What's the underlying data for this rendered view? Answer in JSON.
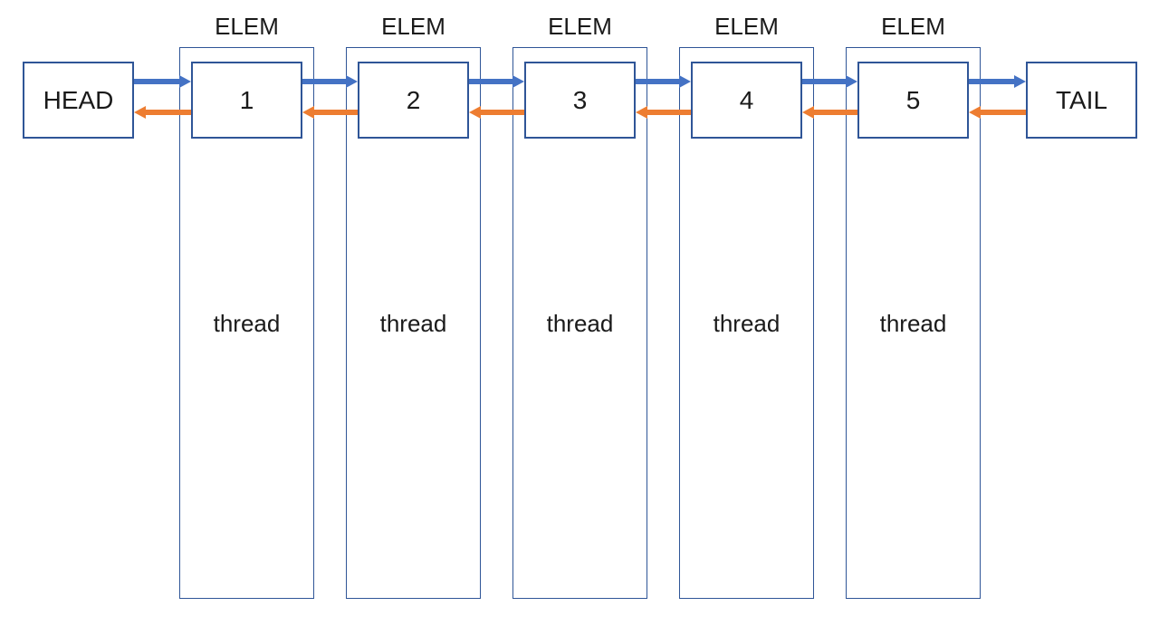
{
  "diagram": {
    "head": {
      "label": "HEAD"
    },
    "tail": {
      "label": "TAIL"
    },
    "elements": [
      {
        "title": "ELEM",
        "value": "1",
        "thread_label": "thread"
      },
      {
        "title": "ELEM",
        "value": "2",
        "thread_label": "thread"
      },
      {
        "title": "ELEM",
        "value": "3",
        "thread_label": "thread"
      },
      {
        "title": "ELEM",
        "value": "4",
        "thread_label": "thread"
      },
      {
        "title": "ELEM",
        "value": "5",
        "thread_label": "thread"
      }
    ],
    "links": {
      "forward_color": "#4472C4",
      "backward_color": "#ED7D31"
    },
    "colors": {
      "box_border": "#2F5597",
      "text": "#1A1A1A",
      "background": "#FFFFFF"
    }
  }
}
